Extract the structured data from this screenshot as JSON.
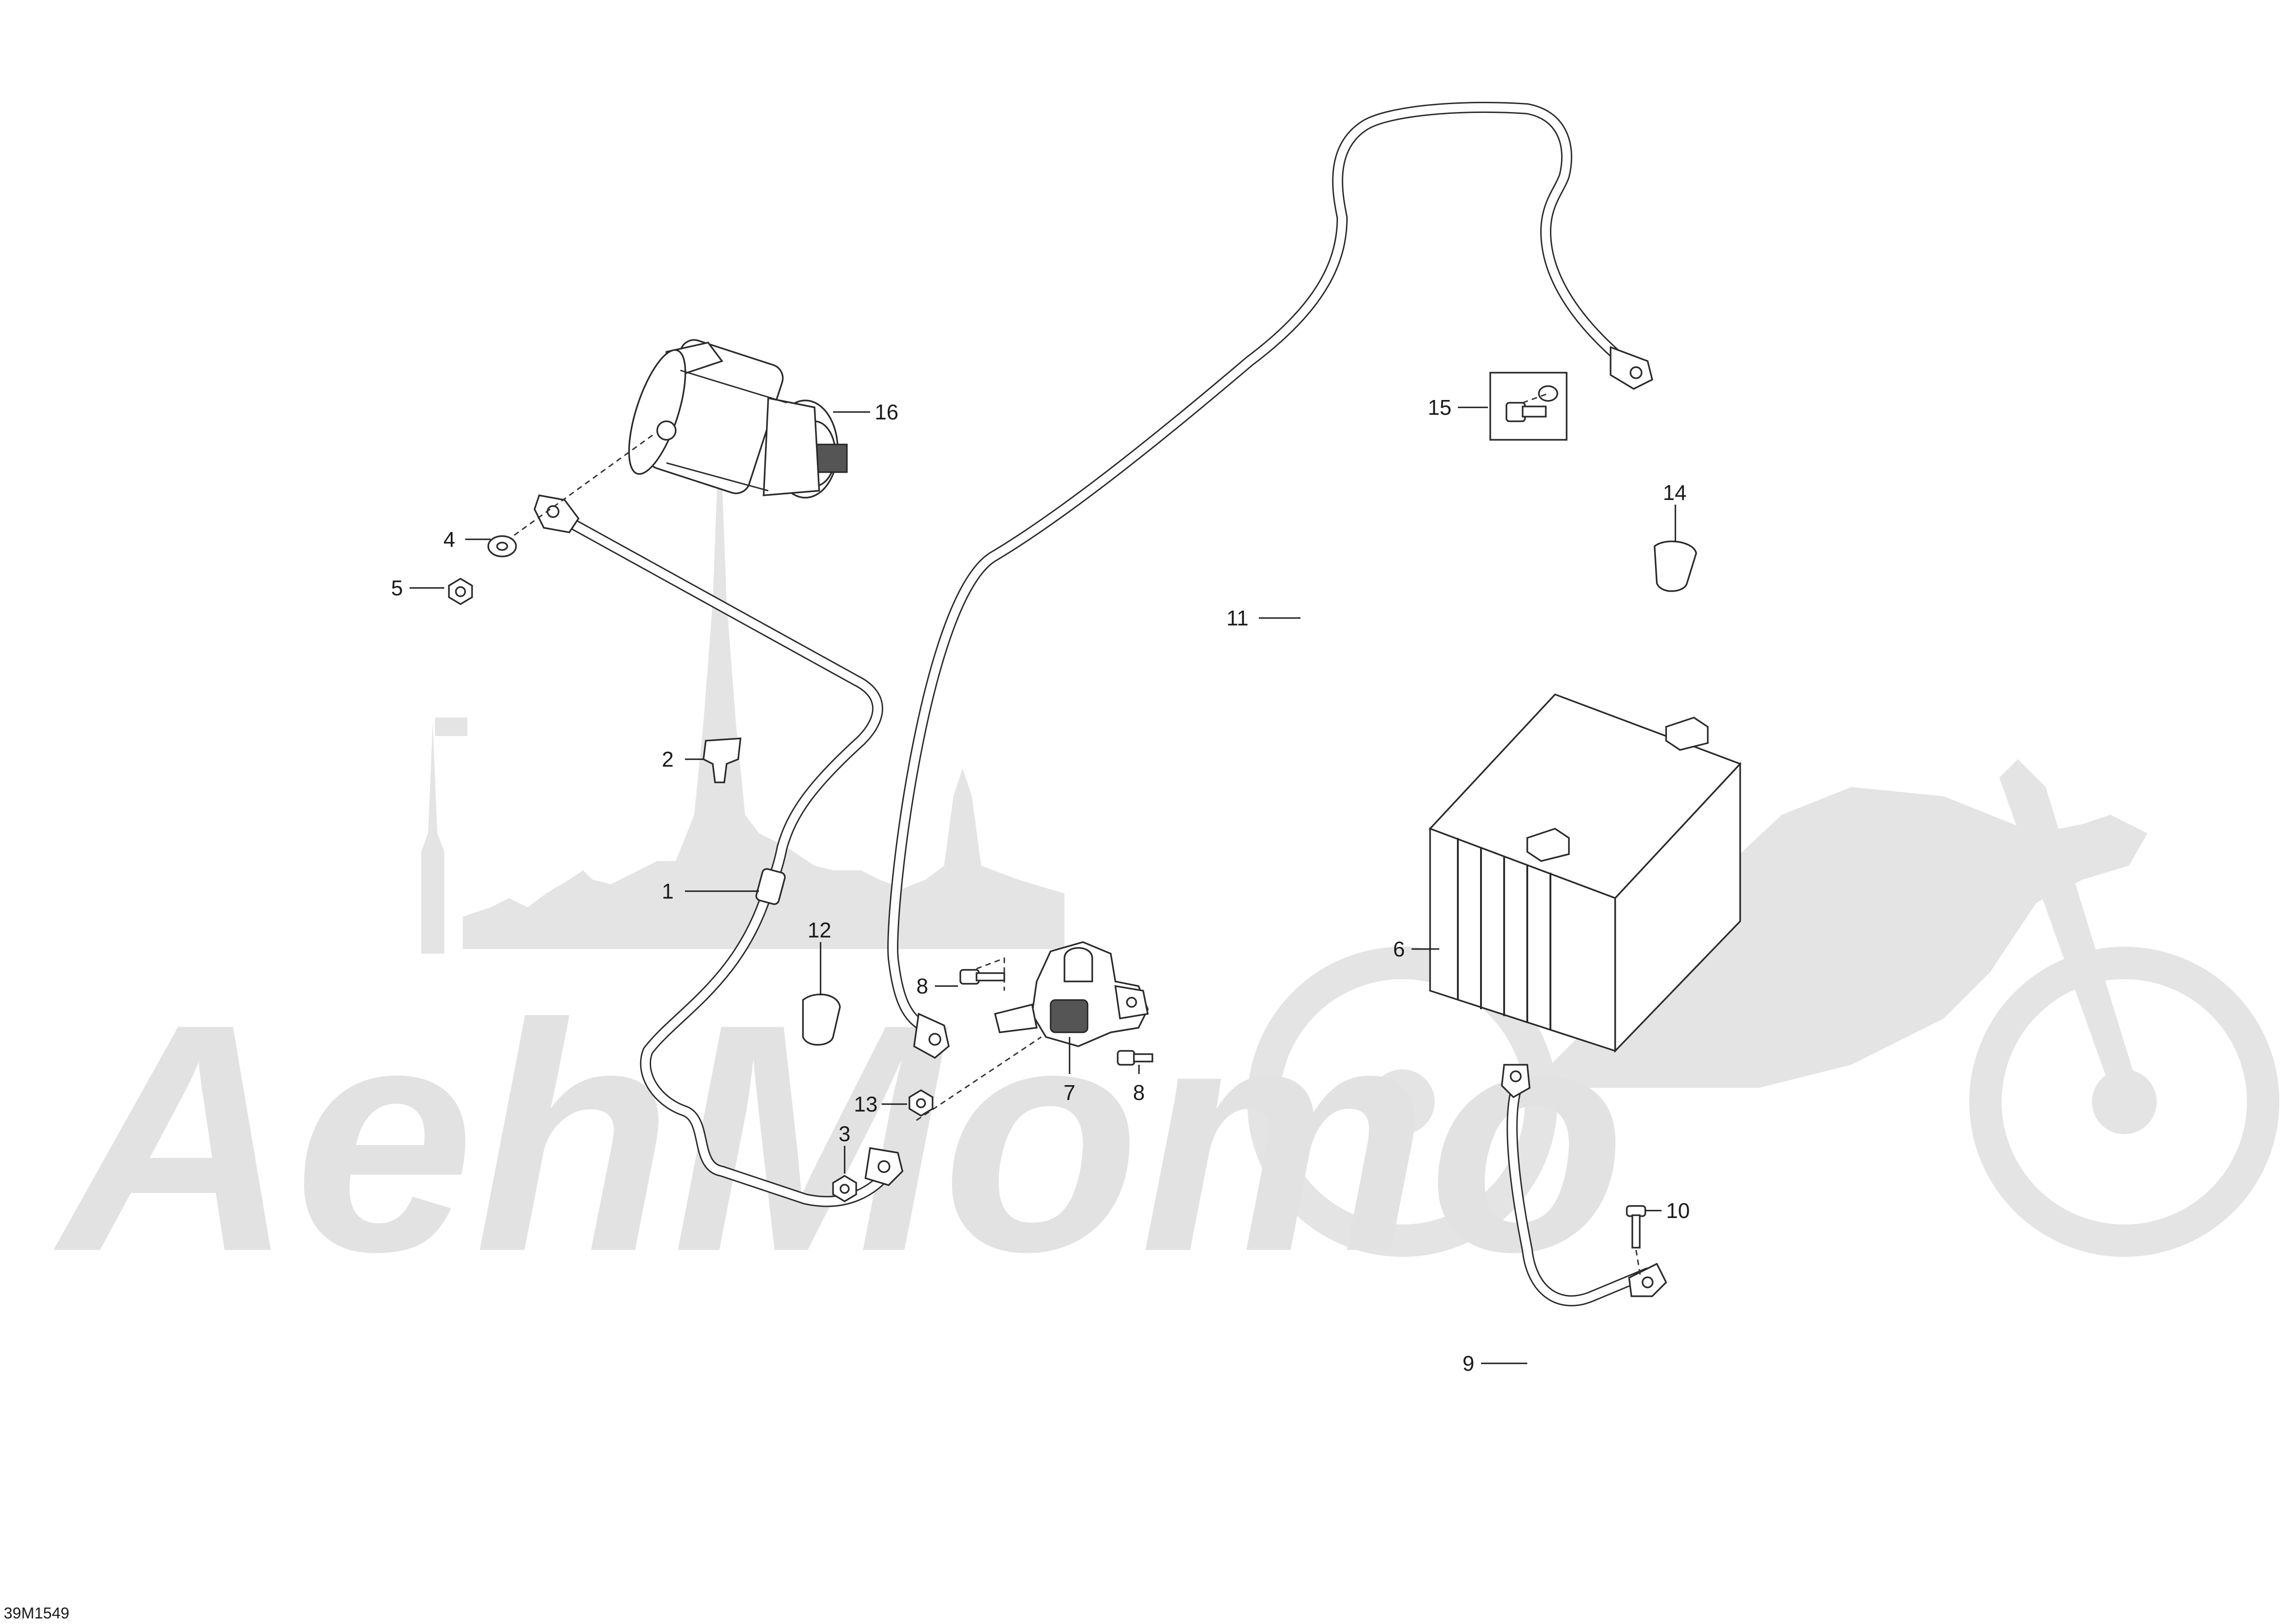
{
  "diagram": {
    "drawing_code": "39M1549",
    "watermark_text": "AehMomo",
    "callouts": [
      {
        "id": "1",
        "label": "1"
      },
      {
        "id": "2",
        "label": "2"
      },
      {
        "id": "3",
        "label": "3"
      },
      {
        "id": "4",
        "label": "4"
      },
      {
        "id": "5",
        "label": "5"
      },
      {
        "id": "6",
        "label": "6"
      },
      {
        "id": "7",
        "label": "7"
      },
      {
        "id": "8a",
        "label": "8"
      },
      {
        "id": "8b",
        "label": "8"
      },
      {
        "id": "9",
        "label": "9"
      },
      {
        "id": "10",
        "label": "10"
      },
      {
        "id": "11",
        "label": "11"
      },
      {
        "id": "12",
        "label": "12"
      },
      {
        "id": "13",
        "label": "13"
      },
      {
        "id": "14",
        "label": "14"
      },
      {
        "id": "15",
        "label": "15"
      },
      {
        "id": "16",
        "label": "16"
      }
    ]
  }
}
